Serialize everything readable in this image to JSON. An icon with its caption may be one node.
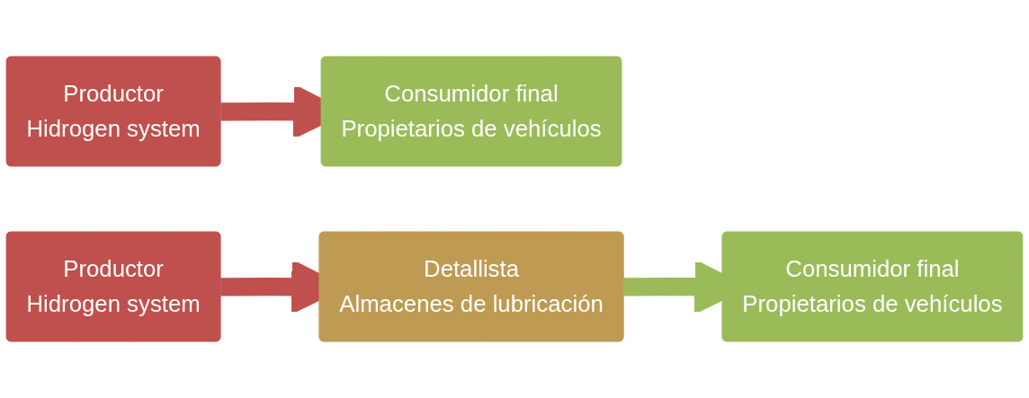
{
  "diagram": {
    "nodes": [
      {
        "text": [
          "Productor",
          "Hidrogen system"
        ]
      },
      {
        "text": [
          "Consumidor final",
          "Propietarios de vehículos"
        ]
      },
      {
        "text": [
          "Productor",
          "Hidrogen system"
        ]
      },
      {
        "text": [
          "Detallista",
          "Almacenes de lubricación"
        ]
      },
      {
        "text": [
          "Consumidor final",
          "Propietarios de vehículos"
        ]
      }
    ],
    "edges": [
      {
        "from": 0,
        "to": 1,
        "arrow": "to",
        "color": "#c0504d"
      },
      {
        "from": 2,
        "to": 3,
        "arrow": "to",
        "color": "#c0504d"
      },
      {
        "from": 3,
        "to": 4,
        "arrow": "to",
        "color": "#9bbb59"
      }
    ]
  }
}
